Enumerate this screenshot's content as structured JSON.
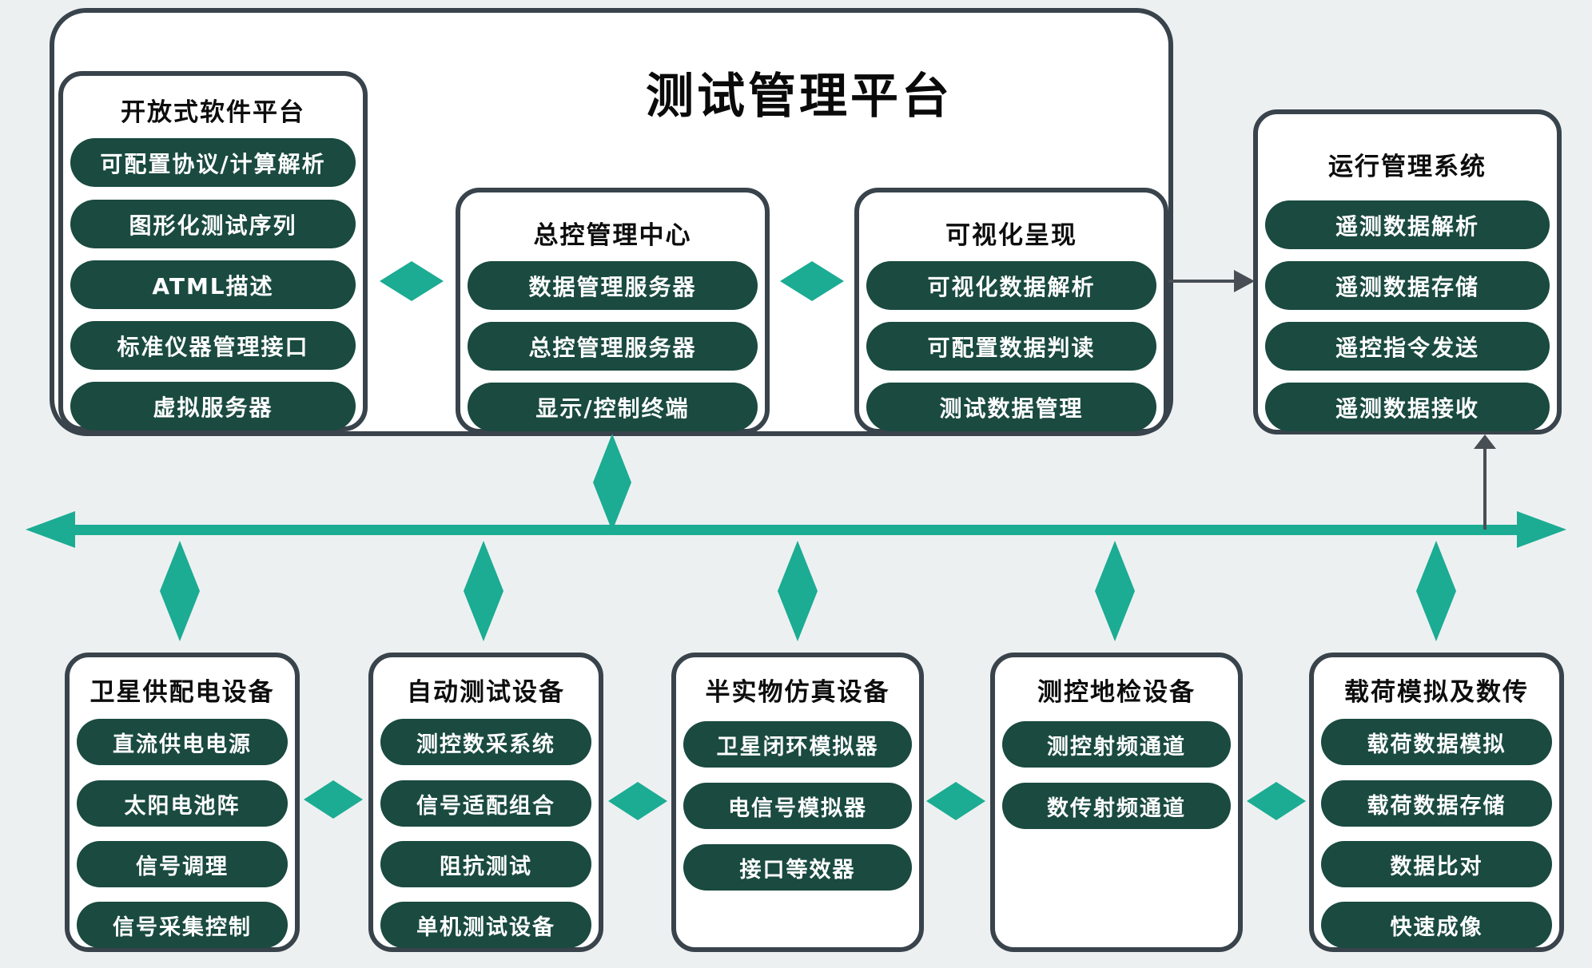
{
  "title": "测试管理平台",
  "colors": {
    "background": "#edf0f1",
    "panel_border": "#39434b",
    "pill_green": "#1a4a40",
    "diamond_teal": "#1bac93",
    "arrow_gray": "#484e54"
  },
  "top": {
    "software_platform": {
      "title": "开放式软件平台",
      "items": [
        "可配置协议/计算解析",
        "图形化测试序列",
        "ATML描述",
        "标准仪器管理接口",
        "虚拟服务器"
      ]
    },
    "control_center": {
      "title": "总控管理中心",
      "items": [
        "数据管理服务器",
        "总控管理服务器",
        "显示/控制终端"
      ]
    },
    "visualization": {
      "title": "可视化呈现",
      "items": [
        "可视化数据解析",
        "可配置数据判读",
        "测试数据管理"
      ]
    },
    "operation_system": {
      "title": "运行管理系统",
      "items": [
        "遥测数据解析",
        "遥测数据存储",
        "遥控指令发送",
        "遥测数据接收"
      ]
    }
  },
  "bottom": {
    "power_equipment": {
      "title": "卫星供配电设备",
      "items": [
        "直流供电电源",
        "太阳电池阵",
        "信号调理",
        "信号采集控制"
      ]
    },
    "auto_test_equipment": {
      "title": "自动测试设备",
      "items": [
        "测控数采系统",
        "信号适配组合",
        "阻抗测试",
        "单机测试设备"
      ]
    },
    "hil_simulation": {
      "title": "半实物仿真设备",
      "items": [
        "卫星闭环模拟器",
        "电信号模拟器",
        "接口等效器"
      ]
    },
    "ttc_ground_check": {
      "title": "测控地检设备",
      "items": [
        "测控射频通道",
        "数传射频通道"
      ]
    },
    "payload_sim": {
      "title": "载荷模拟及数传",
      "items": [
        "载荷数据模拟",
        "载荷数据存储",
        "数据比对",
        "快速成像"
      ]
    }
  }
}
